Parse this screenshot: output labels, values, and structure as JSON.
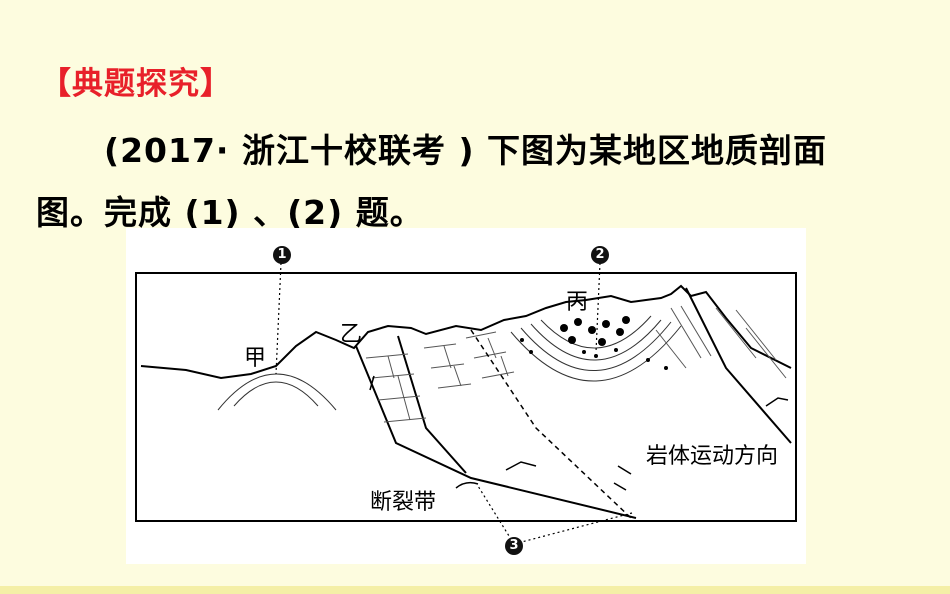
{
  "heading": "【典题探究】",
  "question": {
    "line1": "(2017· 浙江十校联考 ) 下图为某地区地质剖面",
    "line2": "图。完成 (1) 、(2) 题。"
  },
  "figure": {
    "labels": {
      "jia": "甲",
      "yi": "乙",
      "bing": "丙",
      "rock_movement": "岩体运动方向",
      "fault_zone": "断裂带"
    },
    "markers": [
      "1",
      "2",
      "3"
    ]
  },
  "colors": {
    "background": "#FDFCDF",
    "heading": "#E8202A",
    "text": "#000000"
  }
}
